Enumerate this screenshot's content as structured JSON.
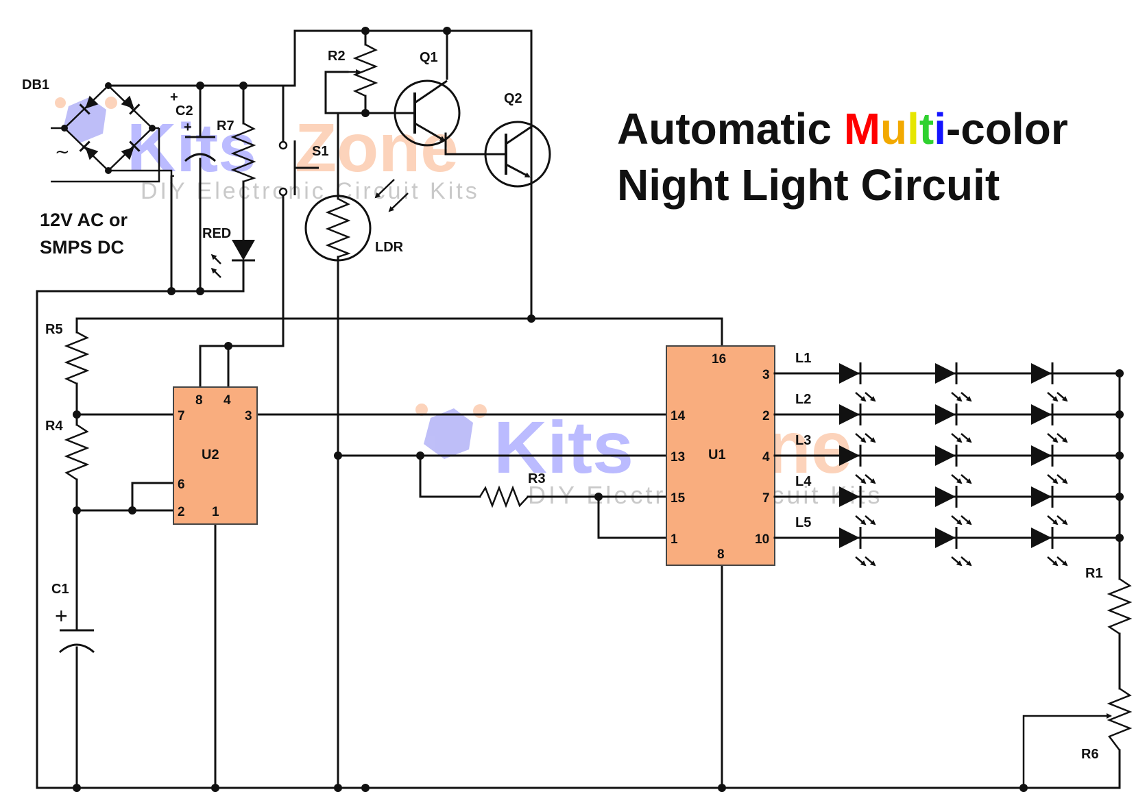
{
  "title": {
    "line1_prefix": "Automatic ",
    "multi_letters": [
      {
        "char": "M",
        "color": "#ff0000"
      },
      {
        "char": "u",
        "color": "#f2a900"
      },
      {
        "char": "l",
        "color": "#e6e600"
      },
      {
        "char": "t",
        "color": "#2fd12f"
      },
      {
        "char": "i",
        "color": "#1414ff"
      }
    ],
    "line1_suffix": "-color",
    "line2": "Night Light Circuit"
  },
  "watermark": {
    "brand": "KitsZone",
    "tagline": "DIY Electronic Circuit Kits",
    "color_kits": "#6b6bff",
    "color_zone": "#f9a06a"
  },
  "supply": {
    "line1": "12V AC or",
    "line2": "SMPS DC",
    "ac_symbol": "~"
  },
  "components": {
    "DB1": "DB1",
    "C2": "C2",
    "R7": "R7",
    "RED": "RED",
    "S1": "S1",
    "R2": "R2",
    "Q1": "Q1",
    "Q2": "Q2",
    "LDR": "LDR",
    "R5": "R5",
    "R4": "R4",
    "C1": "C1",
    "R3": "R3",
    "R1": "R1",
    "R6": "R6",
    "U1": "U1",
    "U2": "U2",
    "plus": "+",
    "minus": "-"
  },
  "u2_pins": {
    "p8": "8",
    "p4": "4",
    "p7": "7",
    "p3": "3",
    "p6": "6",
    "p2": "2",
    "p1": "1"
  },
  "u1_pins": {
    "p16": "16",
    "p14": "14",
    "p13": "13",
    "p15": "15",
    "p1": "1",
    "p8": "8",
    "p3": "3",
    "p2": "2",
    "p4": "4",
    "p7": "7",
    "p10": "10"
  },
  "led_rows": [
    {
      "label": "L1"
    },
    {
      "label": "L2"
    },
    {
      "label": "L3"
    },
    {
      "label": "L4"
    },
    {
      "label": "L5"
    }
  ]
}
